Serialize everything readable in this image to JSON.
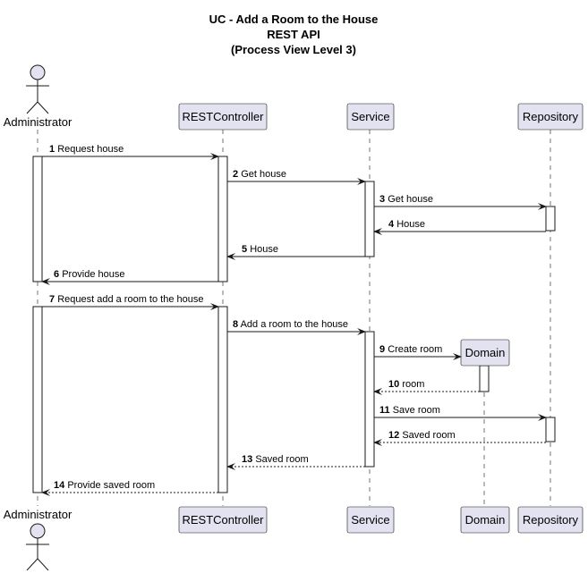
{
  "title": {
    "line1": "UC - Add a Room to the House",
    "line2": "REST API",
    "line3": "(Process View Level 3)"
  },
  "participants": {
    "administrator": "Administrator",
    "rest_controller": "RESTController",
    "service": "Service",
    "domain": "Domain",
    "repository": "Repository"
  },
  "messages": [
    {
      "num": "1",
      "text": "Request house",
      "style": "solid"
    },
    {
      "num": "2",
      "text": "Get house",
      "style": "solid"
    },
    {
      "num": "3",
      "text": "Get house",
      "style": "solid"
    },
    {
      "num": "4",
      "text": "House",
      "style": "solid"
    },
    {
      "num": "5",
      "text": "House",
      "style": "solid"
    },
    {
      "num": "6",
      "text": "Provide house",
      "style": "solid"
    },
    {
      "num": "7",
      "text": "Request add a room to the house",
      "style": "solid"
    },
    {
      "num": "8",
      "text": "Add a room to the house",
      "style": "solid"
    },
    {
      "num": "9",
      "text": "Create room",
      "style": "solid"
    },
    {
      "num": "10",
      "text": "room",
      "style": "dashed"
    },
    {
      "num": "11",
      "text": "Save room",
      "style": "solid"
    },
    {
      "num": "12",
      "text": "Saved room",
      "style": "dashed"
    },
    {
      "num": "13",
      "text": "Saved room",
      "style": "dashed"
    },
    {
      "num": "14",
      "text": "Provide saved room",
      "style": "dashed"
    }
  ],
  "colors": {
    "participant_fill": "#E2E2F0",
    "line": "#181818"
  }
}
